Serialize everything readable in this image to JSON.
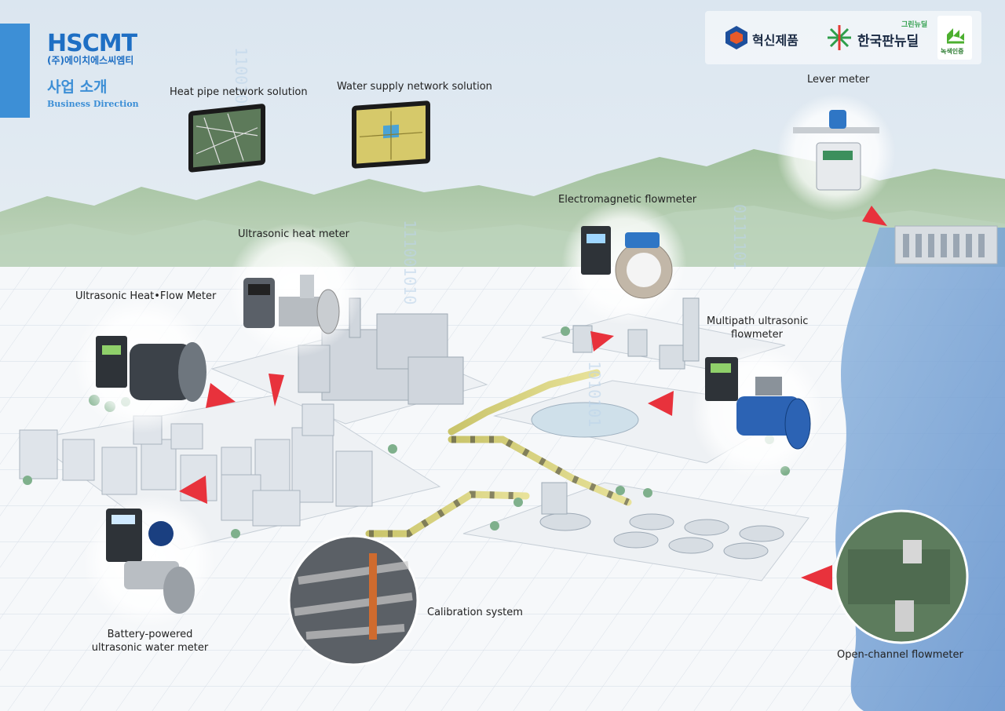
{
  "brand": {
    "logo_text": "HSCMT",
    "company_ko": "(주)에이치에스씨엠티",
    "section_ko": "사업 소개",
    "section_en": "Business Direction"
  },
  "badges": {
    "innovation": "혁신제품",
    "green_new_deal_small": "그린뉴딜",
    "korean_new_deal": "한국판뉴딜",
    "green_cert": "녹색인증"
  },
  "labels": {
    "heat_pipe": "Heat pipe network solution",
    "water_supply": "Water supply network solution",
    "lever_meter": "Lever meter",
    "electromagnetic": "Electromagnetic flowmeter",
    "ultrasonic_heat": "Ultrasonic heat meter",
    "ultrasonic_heat_flow": "Ultrasonic Heat•Flow Meter",
    "multipath_1": "Multipath ultrasonic",
    "multipath_2": "flowmeter",
    "battery_1": "Battery-powered",
    "battery_2": "ultrasonic water meter",
    "calibration": "Calibration system",
    "open_channel": "Open-channel flowmeter"
  },
  "colors": {
    "brand_blue": "#1e6fc4",
    "accent_blue": "#3d8fd6",
    "arrow_red": "#e8323c",
    "badge_green": "#4caf2f"
  }
}
